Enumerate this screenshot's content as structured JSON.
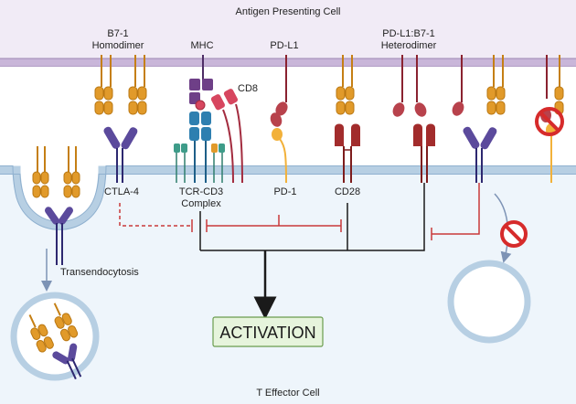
{
  "labels": {
    "apc": "Antigen Presenting Cell",
    "b7_homodimer_l1": "B7-1",
    "b7_homodimer_l2": "Homodimer",
    "mhc": "MHC",
    "pdl1": "PD-L1",
    "heterodimer_l1": "PD-L1:B7-1",
    "heterodimer_l2": "Heterodimer",
    "cd8": "CD8",
    "ctla4": "CTLA-4",
    "tcr_l1": "TCR-CD3",
    "tcr_l2": "Complex",
    "pd1": "PD-1",
    "cd28": "CD28",
    "transendocytosis": "Transendocytosis",
    "activation": "ACTIVATION",
    "teff": "T Effector Cell"
  },
  "colors": {
    "apc_membrane": "#c9b6d9",
    "tcell_membrane": "#b7cfe3",
    "tcell_fill": "#eef5fb",
    "b7_orange": "#e19a2a",
    "ctla4_purple": "#5b4a9c",
    "mhc_purple": "#6e3f87",
    "tcr_blue": "#2e7fb0",
    "cd3_teal": "#3e9c89",
    "cd8_pink": "#d7465f",
    "pdl1_red": "#b8424c",
    "pd1_yellow": "#f2b13a",
    "cd28_red": "#a22c2c",
    "inhibit_red": "#c8393a",
    "activation_fill": "#e6f4dc",
    "activation_border": "#6a9c4e",
    "no_sign": "#d62b2b"
  },
  "icons": [
    "inhibition-tee",
    "arrow-down",
    "no-entry-icon"
  ]
}
